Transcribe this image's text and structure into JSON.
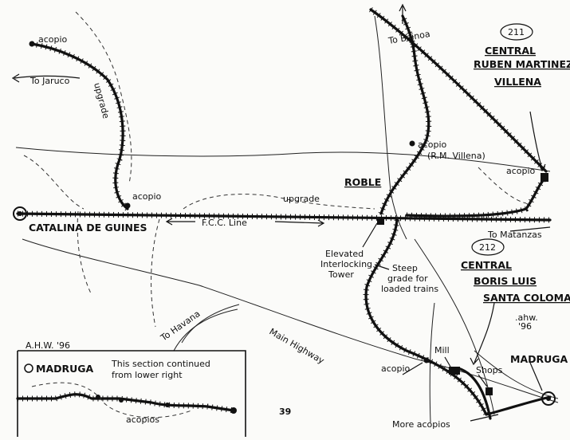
{
  "labels": {
    "acopio": "acopio",
    "to_jaruco": "To Jaruco",
    "upgrade_left": "upgrade",
    "upgrade_mid": "upgrade",
    "fcc_line": "F.C.C. Line",
    "catalina": "CATALINA DE GUINES",
    "to_bainoa": "To Bainoa",
    "rm_villena_note": "(R.M. Villena)",
    "roble": "ROBLE",
    "to_matanzas": "To Matanzas",
    "elevated_tower": [
      "Elevated",
      "Interlocking",
      "Tower"
    ],
    "steep_grade": [
      "Steep",
      "grade for",
      "loaded trains"
    ],
    "to_havana": "To Havana",
    "main_highway": "Main Highway",
    "mill": "Mill",
    "shops": "Shops",
    "madruga": "MADRUGA",
    "more_acopios": "More acopios",
    "acopios": "acopios",
    "page_number": "39",
    "signature": "A.H.W. '96",
    "signature_right": [
      ".ahw.",
      "'96"
    ],
    "inset_note": [
      "This section continued",
      "from lower right"
    ]
  },
  "centrals": [
    {
      "number": "211",
      "name_lines": [
        "CENTRAL",
        "RUBEN MARTINEZ",
        "VILLENA"
      ]
    },
    {
      "number": "212",
      "name_lines": [
        "CENTRAL",
        "BORIS LUIS",
        "SANTA COLOMA"
      ]
    }
  ],
  "colors": {
    "ink": "#111111",
    "paper": "#fbfbf9"
  }
}
